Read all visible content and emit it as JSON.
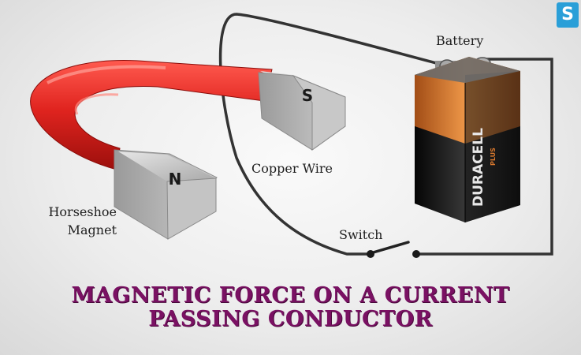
{
  "labels": {
    "battery": "Battery",
    "copper_wire": "Copper Wire",
    "switch": "Switch",
    "horseshoe_line1": "Horseshoe",
    "horseshoe_line2": "Magnet",
    "pole_south": "S",
    "pole_north": "N",
    "battery_brand": "DURACELL",
    "battery_sub": "PLUS"
  },
  "title": {
    "line1": "MAGNETIC FORCE ON A CURRENT",
    "line2": "PASSING CONDUCTOR"
  },
  "badge": "S",
  "colors": {
    "magnet_red": "#e0241f",
    "pole_gray": "#b5b5b5",
    "battery_copper": "#d9782d",
    "battery_black": "#1a1a1a",
    "wire": "#333333",
    "title": "#7a1163",
    "badge": "#2a9fd8"
  }
}
